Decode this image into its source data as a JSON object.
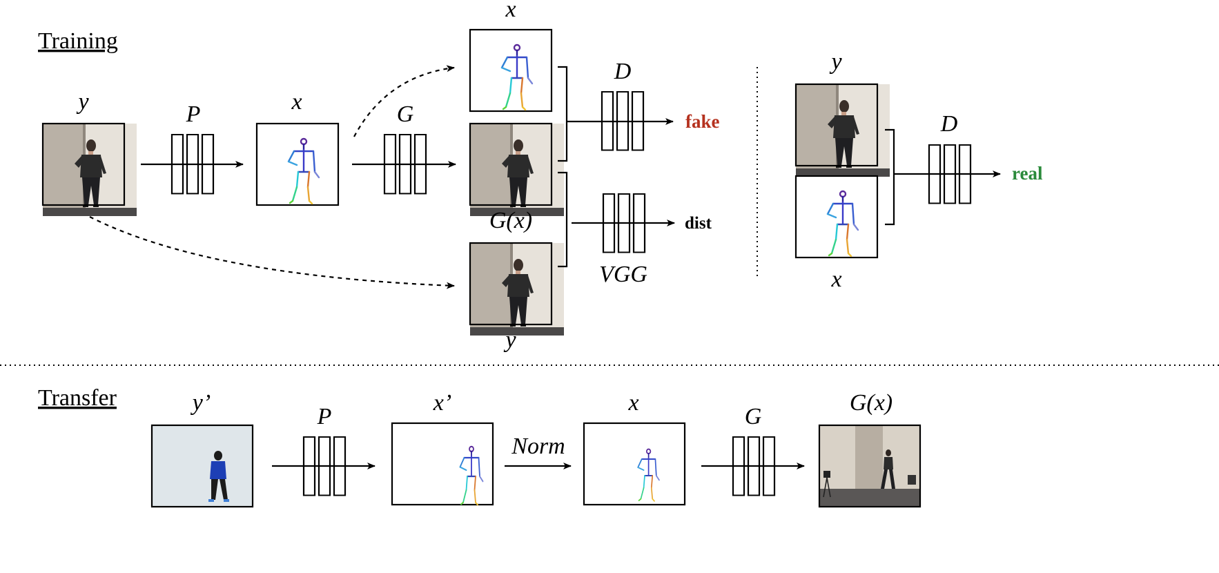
{
  "sections": {
    "training": "Training",
    "transfer": "Transfer"
  },
  "training": {
    "source_label": "y",
    "pose_net_label": "P",
    "pose_label": "x",
    "generator_label": "G",
    "top_pose_label": "x",
    "generated_label": "G(x)",
    "real_frame_label": "y",
    "discriminator_label": "D",
    "vgg_label": "VGG",
    "fake_output": "fake",
    "dist_output": "dist",
    "real_pair_image_label": "y",
    "real_pair_pose_label": "x",
    "real_discriminator_label": "D",
    "real_output": "real"
  },
  "transfer": {
    "source_label": "y’",
    "pose_net_label": "P",
    "pose_label": "x’",
    "norm_label": "Norm",
    "normalized_pose_label": "x",
    "generator_label": "G",
    "output_label": "G(x)"
  },
  "colors": {
    "fake": "#b5321f",
    "real": "#2a8a3a",
    "dist": "#000000",
    "wall": "#e2ddd5",
    "door": "#b9b1a6",
    "floor": "#4a4848",
    "studio_bg": "#dfe6ea",
    "shirt_dark": "#2b2b2b",
    "shirt_blue": "#1d3fb5"
  },
  "icons": [
    "person-photo-icon",
    "stick-figure-pose-icon",
    "network-block-icon",
    "arrow-icon"
  ]
}
